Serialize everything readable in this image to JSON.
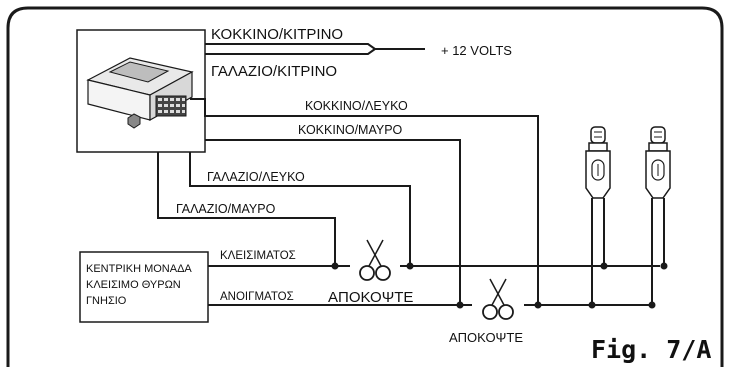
{
  "wire_labels": {
    "red_yellow": "ΚΟΚΚΙΝΟ/ΚΙΤΡΙΝΟ",
    "blue_yellow": "ΓΑΛΑΖΙΟ/ΚΙΤΡΙΝΟ",
    "plus12v": "+ 12 VOLTS",
    "red_white": "ΚΟΚΚΙΝΟ/ΛΕΥΚΟ",
    "red_black": "ΚΟΚΚΙΝΟ/ΜΑΥΡΟ",
    "blue_white": "ΓΑΛΑΖΙΟ/ΛΕΥΚΟ",
    "blue_black": "ΓΑΛΑΖΙΟ/ΜΑΥΡΟ",
    "lock": "ΚΛΕΙΣΙΜΑΤΟΣ",
    "unlock": "ΑΝΟΙΓΜΑΤΟΣ"
  },
  "central_unit": {
    "line1": "ΚΕΝΤΡΙΚΗ ΜΟΝΑΔΑ",
    "line2": "ΚΛΕΙΣΙΜΟ ΘΥΡΩΝ",
    "line3": "ΓΝΗΣΙΟ"
  },
  "cut_labels": {
    "cut1": "ΑΠΟΚΟΨΤΕ",
    "cut2": "ΑΠΟΚΟΨΤΕ"
  },
  "figure_label": "Fig. 7/A"
}
